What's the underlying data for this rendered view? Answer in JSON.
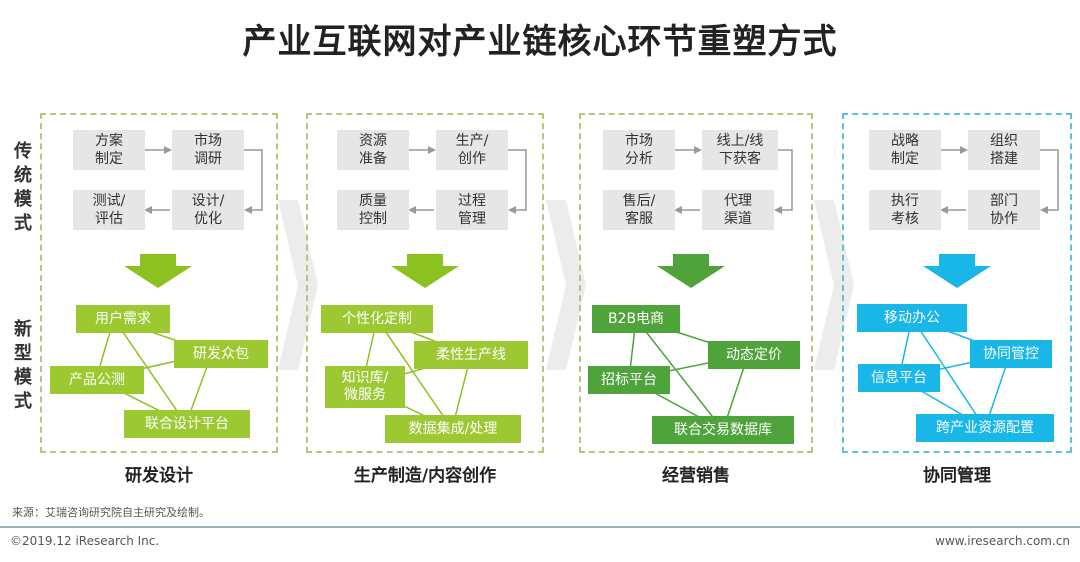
{
  "title": "产业互联网对产业链核心环节重塑方式",
  "row_labels": {
    "traditional": "传统\n模式",
    "new": "新型\n模式"
  },
  "panels": [
    {
      "caption": "研发设计",
      "traditional": [
        "方案\n制定",
        "市场\n调研",
        "设计/\n优化",
        "测试/\n评估"
      ],
      "new": [
        "用户需求",
        "研发众包",
        "产品公测",
        "联合设计平台"
      ]
    },
    {
      "caption": "生产制造/内容创作",
      "traditional": [
        "资源\n准备",
        "生产/\n创作",
        "过程\n管理",
        "质量\n控制"
      ],
      "new": [
        "个性化定制",
        "柔性生产线",
        "知识库/\n微服务",
        "数据集成/处理"
      ]
    },
    {
      "caption": "经营销售",
      "traditional": [
        "市场\n分析",
        "线上/线\n下获客",
        "代理\n渠道",
        "售后/\n客服"
      ],
      "new": [
        "B2B电商",
        "动态定价",
        "招标平台",
        "联合交易数据库"
      ]
    },
    {
      "caption": "协同管理",
      "traditional": [
        "战略\n制定",
        "组织\n搭建",
        "部门\n协作",
        "执行\n考核"
      ],
      "new": [
        "移动办公",
        "协同管控",
        "信息平台",
        "跨产业资源配置"
      ]
    }
  ],
  "colors": {
    "panel_border_green": "#b6c77a",
    "panel_border_blue": "#5ec3d8",
    "arrow_lime": "#8cc21f",
    "arrow_green": "#4ea33b",
    "arrow_blue": "#19b6e8",
    "tag_lime": "#9cc932",
    "tag_green": "#4ea33b",
    "tag_blue": "#19b6e8"
  },
  "footer": {
    "source": "来源：艾瑞咨询研究院自主研究及绘制。",
    "copyright": "©2019.12 iResearch Inc.",
    "site": "www.iresearch.com.cn"
  }
}
